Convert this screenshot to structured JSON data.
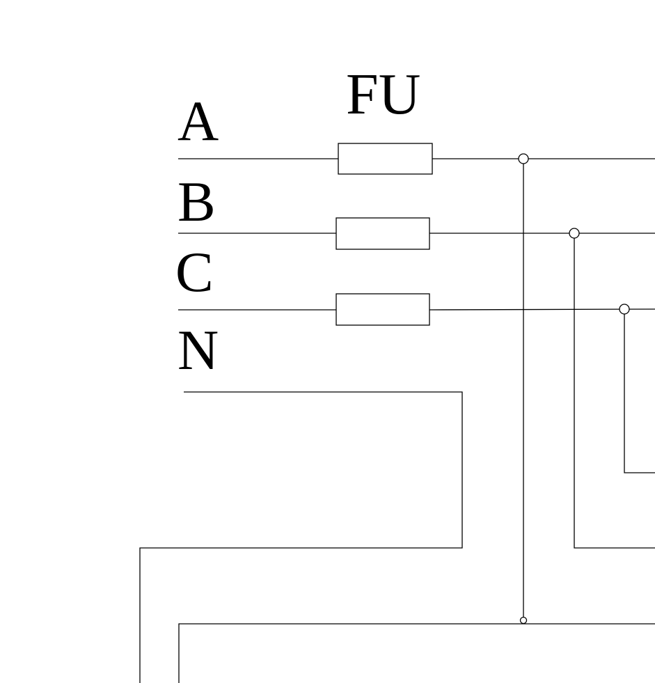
{
  "diagram": {
    "fuse_label": "FU",
    "phases": [
      {
        "id": "A",
        "label": "A"
      },
      {
        "id": "B",
        "label": "B"
      },
      {
        "id": "C",
        "label": "C"
      },
      {
        "id": "N",
        "label": "N"
      }
    ]
  },
  "colors": {
    "line": "#000000",
    "background": "#ffffff"
  }
}
